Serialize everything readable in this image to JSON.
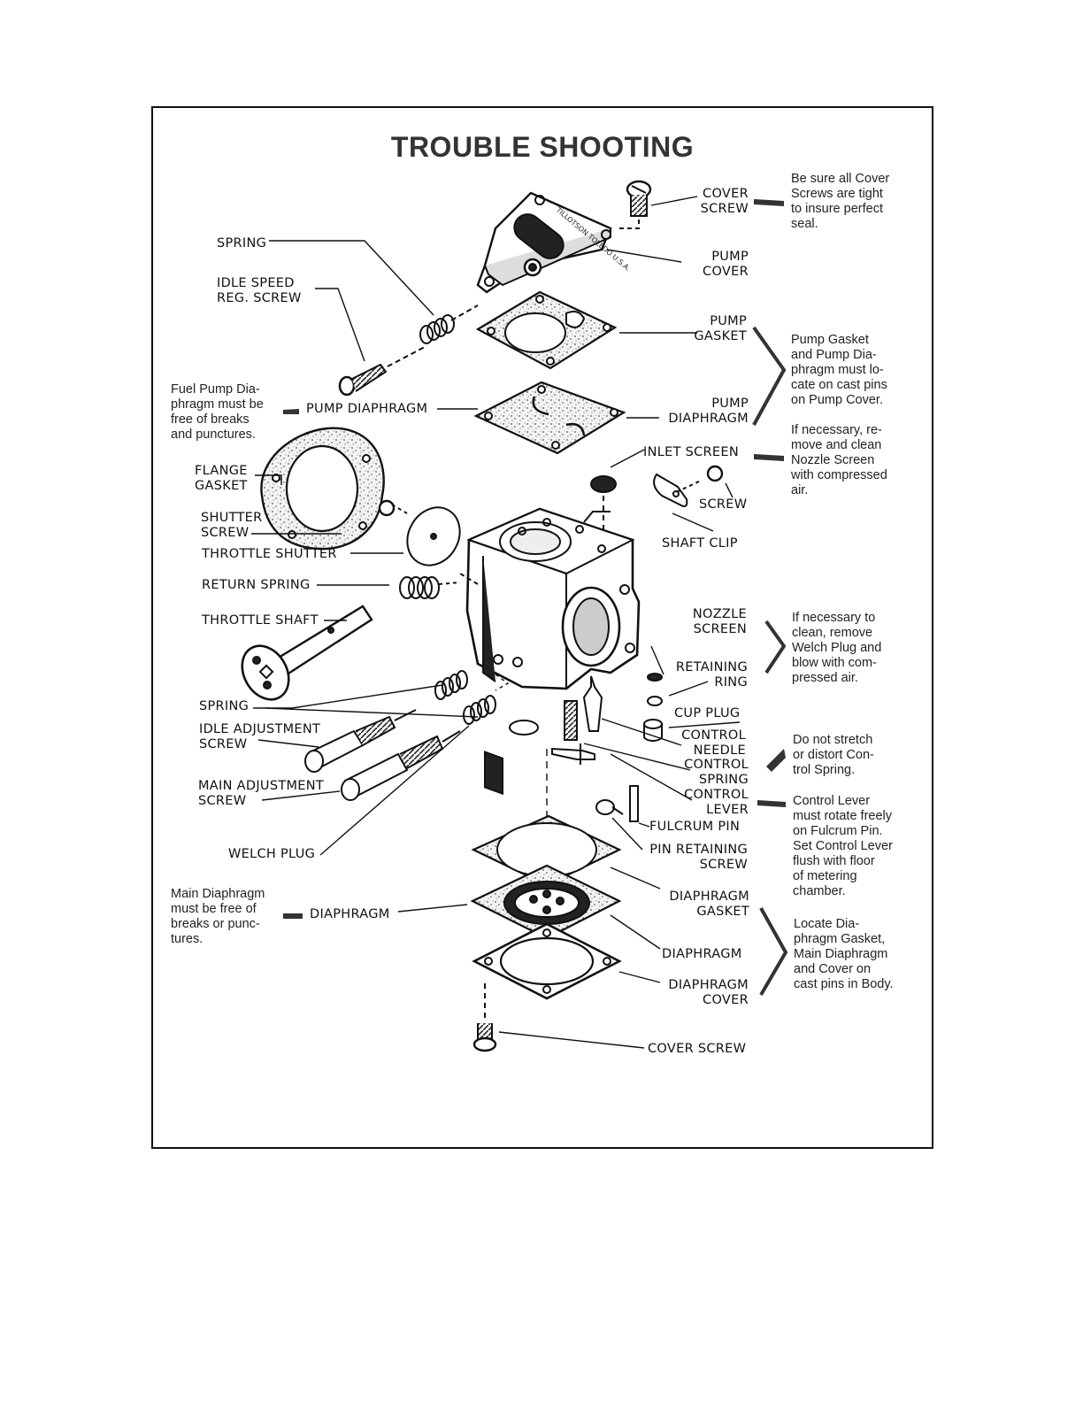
{
  "title": "TROUBLE SHOOTING",
  "part_text": "TILLOTSON TOLEDO U.S.A.",
  "labels": {
    "cover_screw_top": [
      "COVER",
      "SCREW"
    ],
    "pump_cover": [
      "PUMP",
      "COVER"
    ],
    "spring_top": [
      "SPRING"
    ],
    "idle_speed_reg_screw": [
      "IDLE SPEED",
      "REG. SCREW"
    ],
    "pump_gasket": [
      "PUMP",
      "GASKET"
    ],
    "pump_diaphragm_left": [
      "PUMP DIAPHRAGM"
    ],
    "pump_diaphragm_right": [
      "PUMP",
      "DIAPHRAGM"
    ],
    "inlet_screen": [
      "INLET SCREEN"
    ],
    "flange_gasket": [
      "FLANGE",
      "GASKET"
    ],
    "screw": [
      "SCREW"
    ],
    "shutter_screw": [
      "SHUTTER",
      "SCREW"
    ],
    "shaft_clip": [
      "SHAFT CLIP"
    ],
    "throttle_shutter": [
      "THROTTLE SHUTTER"
    ],
    "return_spring": [
      "RETURN SPRING"
    ],
    "throttle_shaft": [
      "THROTTLE SHAFT"
    ],
    "nozzle_screen": [
      "NOZZLE",
      "SCREEN"
    ],
    "retaining_ring": [
      "RETAINING",
      "RING"
    ],
    "spring_lower": [
      "SPRING"
    ],
    "cup_plug": [
      "CUP PLUG"
    ],
    "idle_adjustment_screw": [
      "IDLE ADJUSTMENT",
      "SCREW"
    ],
    "control_needle": [
      "CONTROL",
      "NEEDLE"
    ],
    "control_spring": [
      "CONTROL",
      "SPRING"
    ],
    "main_adjustment_screw": [
      "MAIN ADJUSTMENT",
      "SCREW"
    ],
    "control_lever": [
      "CONTROL",
      "LEVER"
    ],
    "fulcrum_pin": [
      "FULCRUM PIN"
    ],
    "welch_plug": [
      "WELCH PLUG"
    ],
    "pin_retaining_screw": [
      "PIN RETAINING",
      "SCREW"
    ],
    "diaphragm_gasket": [
      "DIAPHRAGM",
      "GASKET"
    ],
    "diaphragm_left": [
      "DIAPHRAGM"
    ],
    "diaphragm_right": [
      "DIAPHRAGM"
    ],
    "diaphragm_cover": [
      "DIAPHRAGM",
      "COVER"
    ],
    "cover_screw_bottom": [
      "COVER SCREW"
    ]
  },
  "notes": {
    "cover_screws": [
      "Be sure all Cover",
      "Screws are tight",
      "to insure perfect",
      "seal."
    ],
    "pump_gasket": [
      "Pump Gasket",
      "and Pump Dia-",
      "phragm must lo-",
      "cate on cast pins",
      "on Pump Cover."
    ],
    "nozzle_screen_clean": [
      "If necessary, re-",
      "move and clean",
      "Nozzle Screen",
      "with compressed",
      "air."
    ],
    "fuel_pump_diaphragm": [
      "Fuel Pump Dia-",
      "phragm must be",
      "free of breaks",
      "and punctures."
    ],
    "welch_plug": [
      "If necessary to",
      "clean, remove",
      "Welch Plug and",
      "blow with com-",
      "pressed air."
    ],
    "control_spring": [
      "Do not stretch",
      "or distort Con-",
      "trol Spring."
    ],
    "control_lever": [
      "Control Lever",
      "must rotate freely",
      "on Fulcrum Pin.",
      "Set Control Lever",
      "flush with floor",
      "of metering",
      "chamber."
    ],
    "main_diaphragm": [
      "Main Diaphragm",
      "must be free of",
      "breaks or punc-",
      "tures."
    ],
    "locate_diaphragm": [
      "Locate Dia-",
      "phragm Gasket,",
      "Main Diaphragm",
      "and Cover on",
      "cast pins in Body."
    ]
  }
}
